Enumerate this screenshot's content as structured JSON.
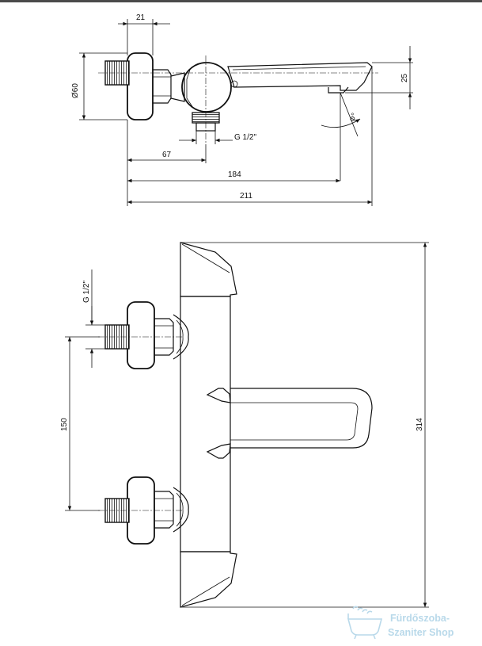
{
  "side_view": {
    "dim_width_top": "21",
    "dim_diameter": "Ø60",
    "dim_height_right": "25",
    "dim_thread": "G 1/2\"",
    "dim_67": "67",
    "dim_184": "184",
    "dim_211": "211",
    "angle_label": "φ°"
  },
  "front_view": {
    "dim_thread": "G 1/2\"",
    "dim_150": "150",
    "dim_314": "314"
  },
  "watermark": {
    "line1": "Fürdőszoba-",
    "line2": "Szaniter Shop",
    "icon": "bathtub-icon",
    "color": "#b9d9ea"
  }
}
